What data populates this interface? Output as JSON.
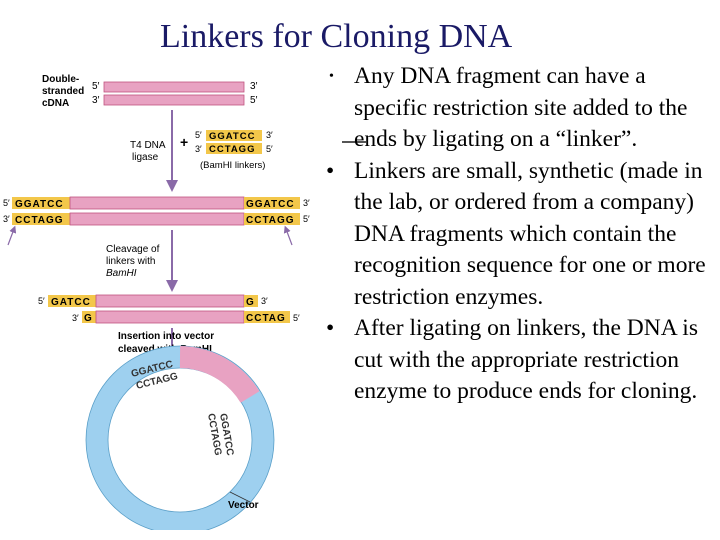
{
  "title": "Linkers for Cloning DNA",
  "bullets": [
    "Any DNA fragment can have a specific restriction site added to the ends by ligating on a “linker”.",
    "Linkers are small, synthetic (made in the lab, or ordered from a company) DNA fragments which contain the recognition sequence for one or more restriction enzymes.",
    "After ligating on linkers, the DNA is cut with the appropriate restriction enzyme to produce ends for cloning."
  ],
  "figure": {
    "ds_label_1": "Double-",
    "ds_label_2": "stranded",
    "ds_label_3": "cDNA",
    "end_5": "5′",
    "end_3": "3′",
    "ligase_1": "T4 DNA",
    "ligase_2": "ligase",
    "plus": "+",
    "linker_top": "GGATCC",
    "linker_bottom": "CCTAGG",
    "bamhi_linkers": "(BamHI linkers)",
    "cleavage_1": "Cleavage of",
    "cleavage_2": "linkers with",
    "cleavage_3": "BamHI",
    "cut_top_left": "GATCC",
    "cut_bottom_left": "G",
    "cut_top_right": "G",
    "cut_bottom_right": "CCTAG",
    "insertion_1": "Insertion into vector",
    "insertion_2": "cleaved with BamHI",
    "vector_top_1": "GGATCC",
    "vector_top_2": "CCTAGG",
    "vector": "Vector"
  },
  "colors": {
    "title": "#1a1a66",
    "dna_pink": "#e8a2c2",
    "dna_pink_dark": "#c0547f",
    "linker_yellow": "#f3c74a",
    "vector_blue": "#9ed0ef",
    "arrow": "#a070b0"
  }
}
